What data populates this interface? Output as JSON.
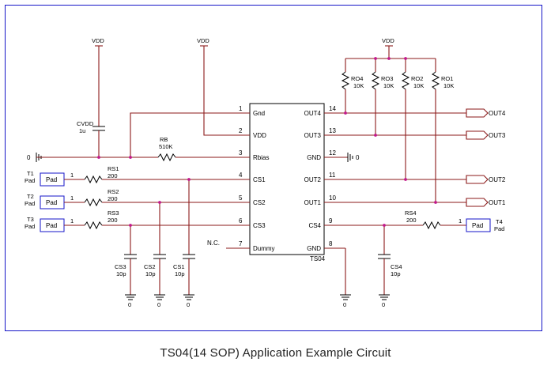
{
  "colors": {
    "frame": "#1515c8",
    "wire": "#8b1a1a",
    "junction": "#c2188c",
    "component": "#000000"
  },
  "caption": "TS04(14 SOP) Application Example Circuit",
  "supply": {
    "label": "VDD"
  },
  "chip": {
    "name": "TS04",
    "pins_left": [
      {
        "num": "1",
        "name": "Gnd"
      },
      {
        "num": "2",
        "name": "VDD"
      },
      {
        "num": "3",
        "name": "Rbias"
      },
      {
        "num": "4",
        "name": "CS1"
      },
      {
        "num": "5",
        "name": "CS2"
      },
      {
        "num": "6",
        "name": "CS3"
      },
      {
        "num": "7",
        "name": "Dummy"
      }
    ],
    "pins_right": [
      {
        "num": "14",
        "name": "OUT4"
      },
      {
        "num": "13",
        "name": "OUT3"
      },
      {
        "num": "12",
        "name": "GND"
      },
      {
        "num": "11",
        "name": "OUT2"
      },
      {
        "num": "10",
        "name": "OUT1"
      },
      {
        "num": "9",
        "name": "CS4"
      },
      {
        "num": "8",
        "name": "GND"
      }
    ]
  },
  "cvdd": {
    "ref": "CVDD",
    "value": "1u"
  },
  "rb": {
    "ref": "RB",
    "value": "510K"
  },
  "ground_left": "0",
  "gnd12_label": "0",
  "nc_label": "N.C.",
  "pads": [
    {
      "name": "T1",
      "sub": "Pad",
      "box": "Pad",
      "pin": "1"
    },
    {
      "name": "T2",
      "sub": "Pad",
      "box": "Pad",
      "pin": "1"
    },
    {
      "name": "T3",
      "sub": "Pad",
      "box": "Pad",
      "pin": "1"
    },
    {
      "name": "T4",
      "sub": "Pad",
      "box": "Pad",
      "pin": "1"
    }
  ],
  "series_resistors": [
    {
      "ref": "RS1",
      "value": "200"
    },
    {
      "ref": "RS2",
      "value": "200"
    },
    {
      "ref": "RS3",
      "value": "200"
    },
    {
      "ref": "RS4",
      "value": "200"
    }
  ],
  "caps": [
    {
      "ref": "CS3",
      "value": "10p"
    },
    {
      "ref": "CS2",
      "value": "10p"
    },
    {
      "ref": "CS1",
      "value": "10p"
    },
    {
      "ref": "CS4",
      "value": "10p"
    }
  ],
  "pullups": [
    {
      "ref": "RO4",
      "value": "10K"
    },
    {
      "ref": "RO3",
      "value": "10K"
    },
    {
      "ref": "RO2",
      "value": "10K"
    },
    {
      "ref": "RO1",
      "value": "10K"
    }
  ],
  "outputs": [
    "OUT4",
    "OUT3",
    "OUT2",
    "OUT1"
  ],
  "ground_labels": [
    "0",
    "0",
    "0",
    "0",
    "0"
  ]
}
